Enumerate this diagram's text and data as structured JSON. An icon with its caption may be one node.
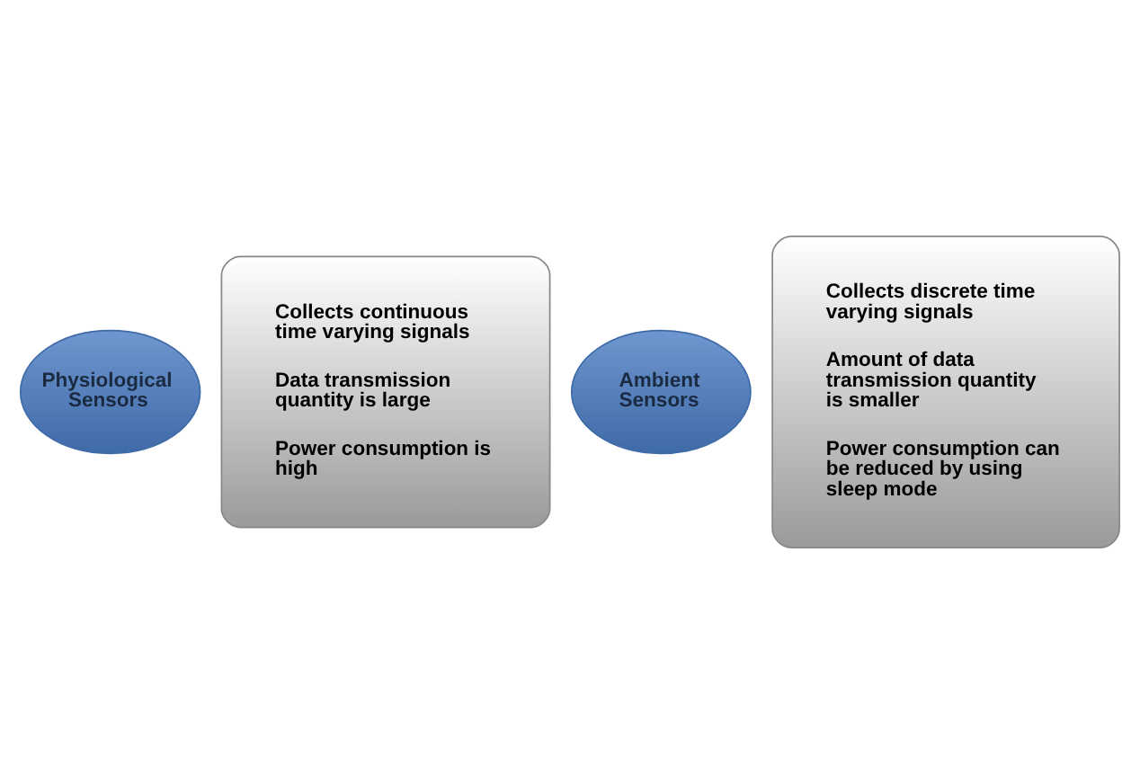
{
  "diagram": {
    "nodes": [
      {
        "text": [
          "Physiological Sensors"
        ]
      },
      {
        "text": [
          "Collects continuous time varying signals",
          "Data transmission quantity is large",
          "Power consumption is high"
        ]
      },
      {
        "text": [
          "Ambient Sensors"
        ]
      },
      {
        "text": [
          "Collects discrete time varying signals",
          "Amount of data transmission quantity is smaller",
          "Power consumption can be reduced by using sleep mode"
        ]
      }
    ],
    "edges": []
  }
}
